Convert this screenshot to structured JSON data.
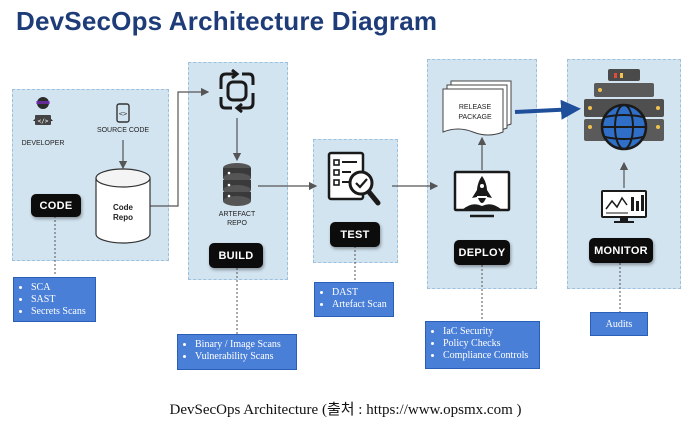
{
  "title": "DevSecOps Architecture Diagram",
  "caption": "DevSecOps Architecture (출처 : https://www.opsmx.com )",
  "code_stage": {
    "label": "CODE",
    "developer_label": "DEVELOPER",
    "source_code_label": "SOURCE CODE",
    "repo_label_line1": "Code",
    "repo_label_line2": "Repo",
    "notes": [
      "SCA",
      "SAST",
      "Secrets Scans"
    ]
  },
  "build_stage": {
    "label": "BUILD",
    "artefact_label_line1": "ARTEFACT",
    "artefact_label_line2": "REPO",
    "notes": [
      "Binary / Image Scans",
      "Vulnerability Scans"
    ]
  },
  "test_stage": {
    "label": "TEST",
    "notes": [
      "DAST",
      "Artefact Scan"
    ]
  },
  "deploy_stage": {
    "label": "DEPLOY",
    "release_label_line1": "RELEASE",
    "release_label_line2": "PACKAGE",
    "notes": [
      "IaC Security",
      "Policy Checks",
      "Compliance Controls"
    ]
  },
  "monitor_stage": {
    "label": "MONITOR",
    "note": "Audits"
  },
  "colors": {
    "title": "#1d3c78",
    "panel": "#d3e4f1",
    "note": "#4a7fd8",
    "label_bg": "#0c0c0c",
    "arrow": "#555555",
    "release_arrow": "#1f4f9a"
  }
}
